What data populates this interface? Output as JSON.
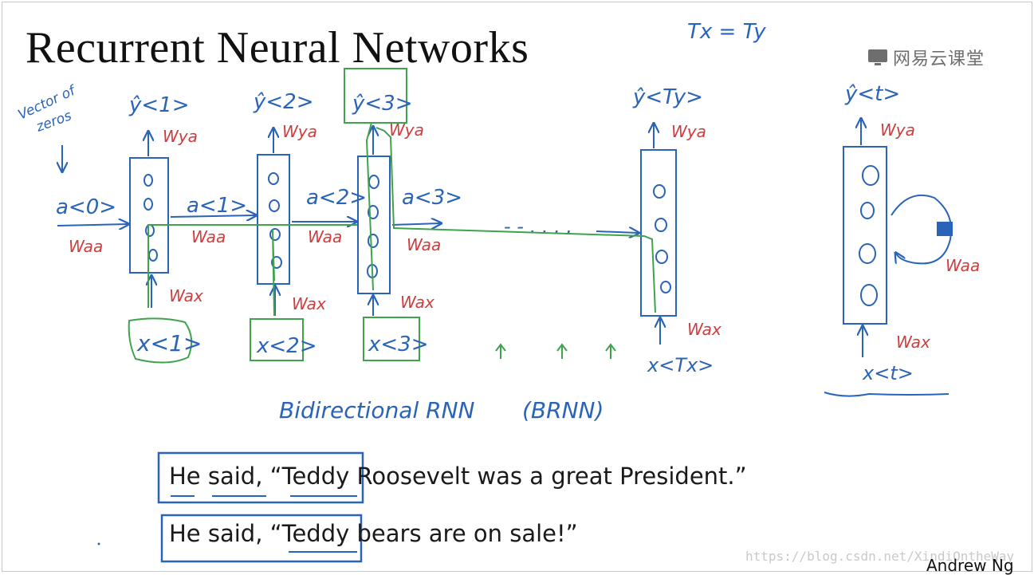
{
  "slide": {
    "title": "Recurrent Neural Networks",
    "logo_text": "网易云课堂",
    "logo_icon": "screen-icon",
    "author": "Andrew Ng",
    "watermark": "https://blog.csdn.net/XindiOntheWay"
  },
  "annotations": {
    "tx_ty": "Tx = Ty",
    "vector_of_zeros": [
      "Vector of",
      "zeros"
    ],
    "a0": "a<0>",
    "brnn": "Bidirectional RNN",
    "brnn_abbrev": "(BRNN)",
    "dots": "- - . . . ."
  },
  "cells": [
    {
      "input": "x<1>",
      "output": "ŷ<1>",
      "act_out": "a<1>",
      "w_ya": "Wya",
      "w_aa": "Waa",
      "w_ax": "Wax"
    },
    {
      "input": "x<2>",
      "output": "ŷ<2>",
      "act_out": "a<2>",
      "w_ya": "Wya",
      "w_aa": "Waa",
      "w_ax": "Wax"
    },
    {
      "input": "x<3>",
      "output": "ŷ<3>",
      "act_out": "a<3>",
      "w_ya": "Wya",
      "w_aa": "Waa",
      "w_ax": "Wax"
    },
    {
      "input": "x<Tx>",
      "output": "ŷ<Ty>",
      "w_ya": "Wya",
      "w_ax": "Wax"
    }
  ],
  "rolled": {
    "input": "x<t>",
    "output": "ŷ<t>",
    "w_ya": "Wya",
    "w_aa": "Waa",
    "w_ax": "Wax"
  },
  "sentences": [
    {
      "boxed": "He said, “Teddy",
      "rest": " Roosevelt was a great President.”"
    },
    {
      "boxed": "He said, “Teddy",
      "rest": " bears are on sale!”"
    }
  ],
  "colors": {
    "ink_blue": "#2a64b8",
    "ink_red": "#d43a3a",
    "ink_green": "#3fa34d"
  }
}
